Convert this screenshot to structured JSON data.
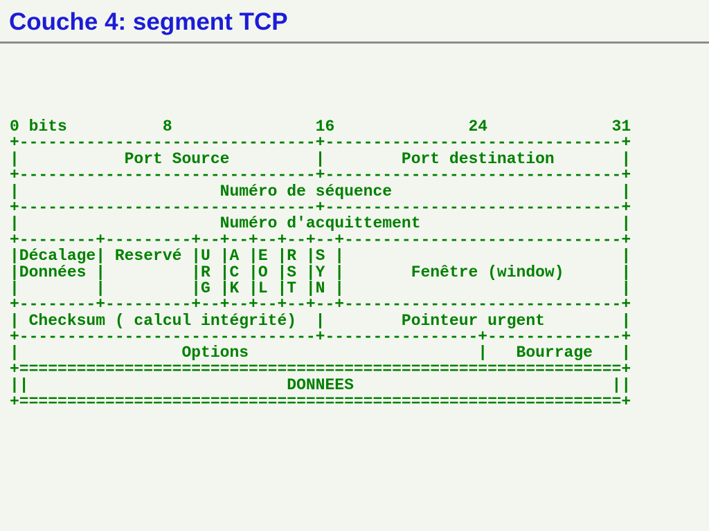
{
  "slide": {
    "title": "Couche 4: segment TCP"
  },
  "colors": {
    "title_blue": "#1c1cd8",
    "diagram_green": "#008000",
    "rule_gray": "#8c8c8c",
    "background": "#f3f6ef"
  },
  "diagram": {
    "lines": [
      "0 bits          8               16              24             31",
      "+-------------------------------+-------------------------------+",
      "|           Port Source         |        Port destination       |",
      "+-------------------------------+-------------------------------+",
      "|                     Numéro de séquence                        |",
      "+-------------------------------+-------------------------------+",
      "|                     Numéro d'acquittement                     |",
      "+--------+---------+--+--+--+--+--+-----------------------------+",
      "|Décalage| Reservé |U |A |E |R |S |                             |",
      "|Données |         |R |C |O |S |Y |       Fenêtre (window)      |",
      "|        |         |G |K |L |T |N |                             |",
      "+--------+---------+--+--+--+--+--+-----------------------------+",
      "| Checksum ( calcul intégrité)  |        Pointeur urgent        |",
      "+-------------------------------+----------------+--------------+",
      "|                 Options                        |   Bourrage   |",
      "+===============================================================+",
      "||                           DONNEES                           ||",
      "+===============================================================+"
    ]
  }
}
